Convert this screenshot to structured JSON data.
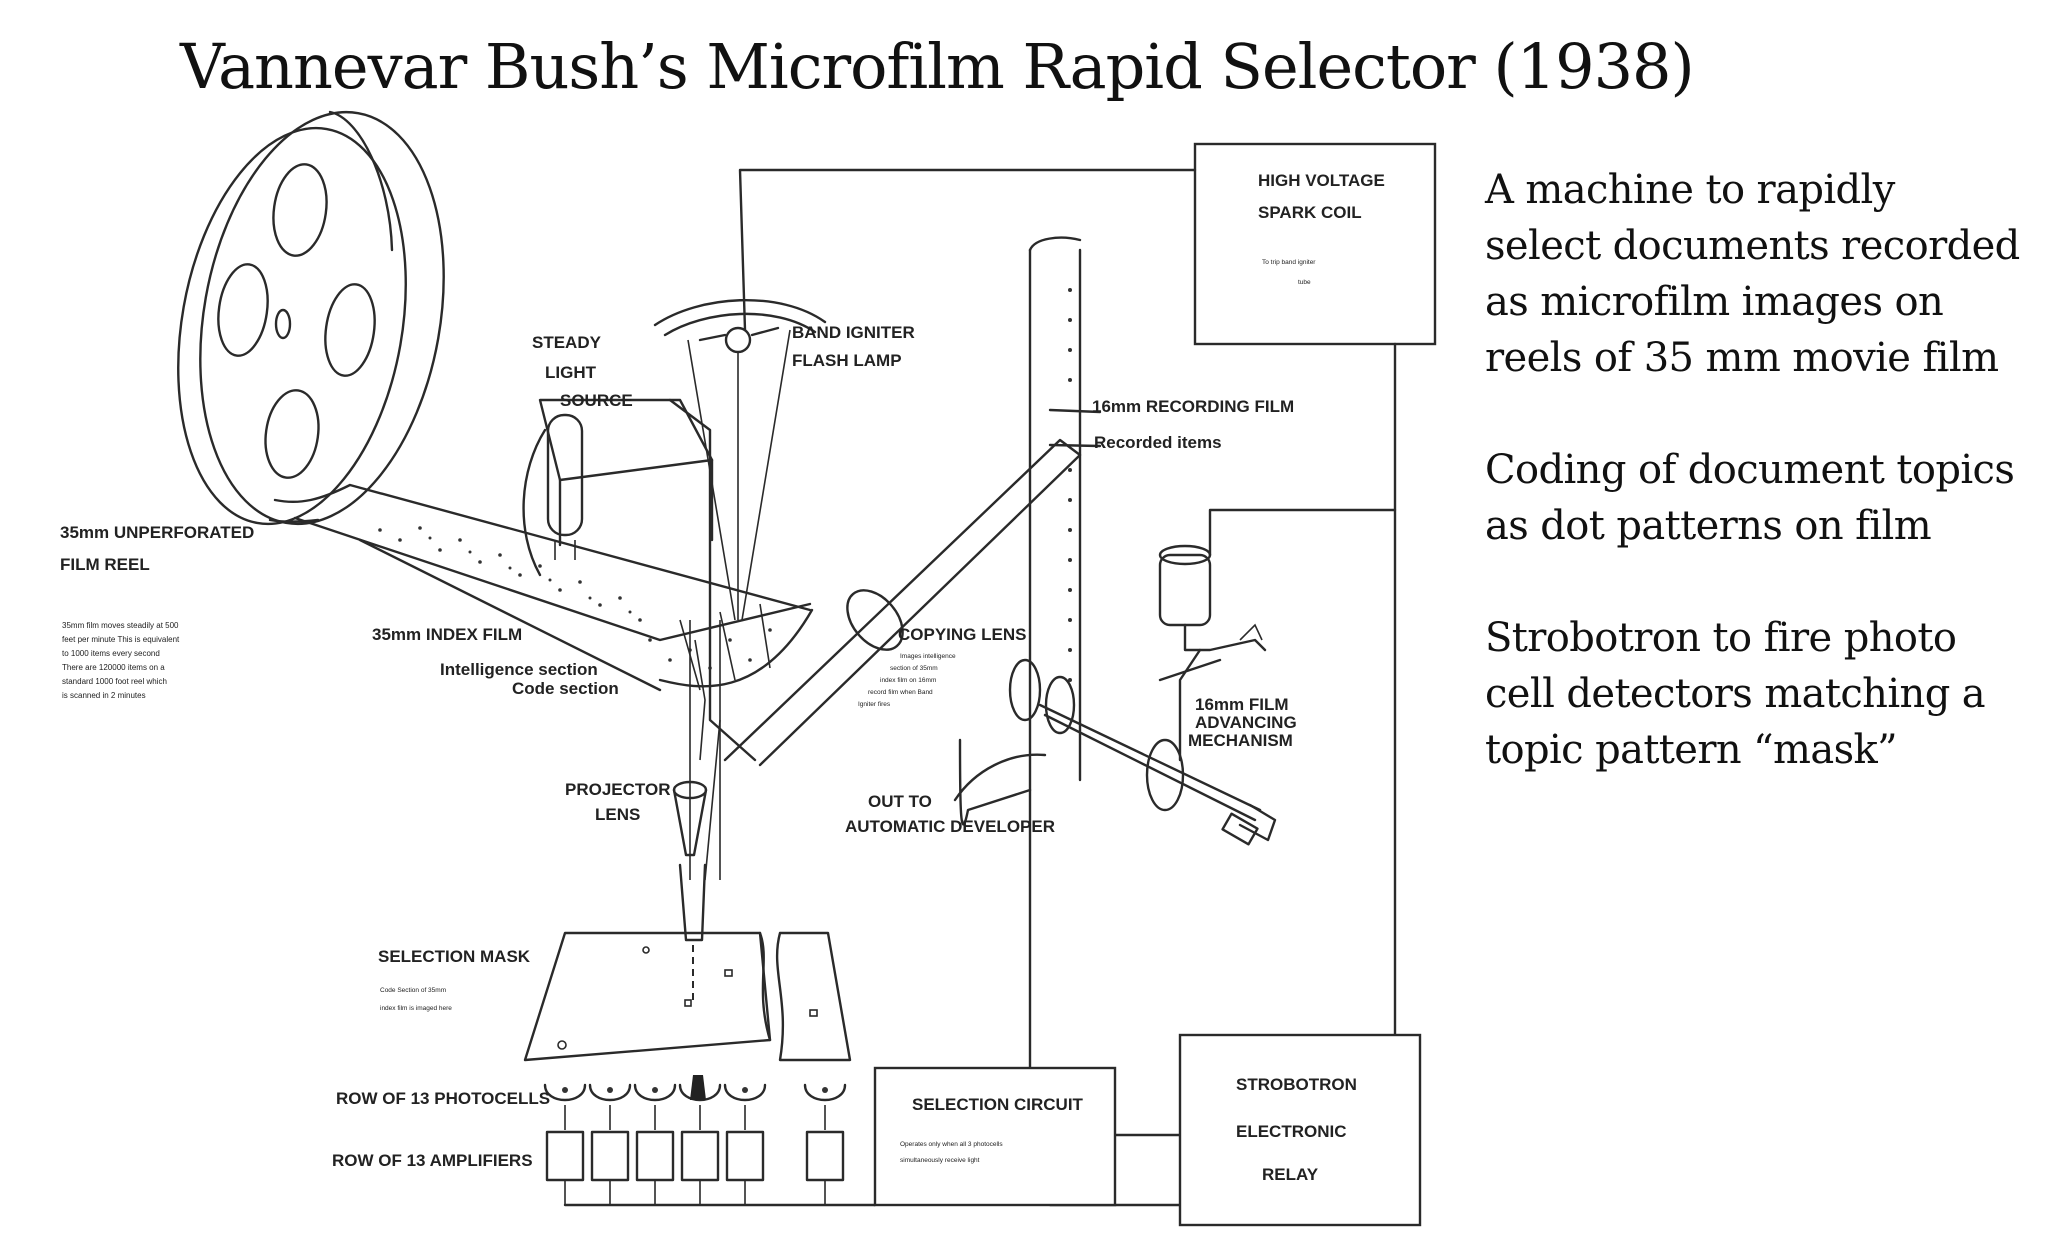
{
  "slide": {
    "title": "Vannevar Bush’s Microfilm Rapid Selector (1938)",
    "points": [
      "A machine to rapidly\nselect documents recorded\nas microfilm images on\nreels of 35 mm movie film",
      "Coding of document topics\nas dot patterns on film",
      "Strobotron to fire photo\ncell detectors matching a\ntopic pattern “mask”"
    ]
  },
  "diagram": {
    "labels": {
      "film_reel": [
        "35mm UNPERFORATED",
        "FILM REEL"
      ],
      "reel_note": [
        "35mm film moves steadily at 500",
        "feet per minute This is equivalent",
        "to 1000 items every second",
        "There are 120000 items on a",
        "standard 1000 foot reel which",
        "is scanned in 2 minutes"
      ],
      "steady_light": [
        "STEADY",
        "LIGHT",
        "SOURCE"
      ],
      "band_igniter": [
        "BAND IGNITER",
        "FLASH LAMP"
      ],
      "high_voltage": [
        "HIGH  VOLTAGE",
        "SPARK  COIL"
      ],
      "high_voltage_note": [
        "To trip band igniter",
        "tube"
      ],
      "recording_film": "16mm RECORDING FILM",
      "recorded_items": "Recorded items",
      "index_film": "35mm INDEX FILM",
      "intelligence_section": "Intelligence  section",
      "code_section": "Code  section",
      "copying_lens": "COPYING LENS",
      "copying_note": [
        "Images intelligence",
        "section of 35mm",
        "index film on 16mm",
        "record film when Band",
        "Igniter fires"
      ],
      "film_advancing": [
        "16mm FILM",
        "ADVANCING",
        "MECHANISM"
      ],
      "projector_lens": [
        "PROJECTOR",
        "LENS"
      ],
      "out_to": [
        "OUT  TO",
        "AUTOMATIC  DEVELOPER"
      ],
      "selection_mask": "SELECTION  MASK",
      "mask_note": [
        "Code Section of 35mm",
        "index film is imaged here"
      ],
      "photocells": "ROW  OF 13 PHOTOCELLS",
      "amplifiers": "ROW  OF 13  AMPLIFIERS",
      "selection_circuit": "SELECTION  CIRCUIT",
      "selection_note": [
        "Operates only when all 3 photocells",
        "simultaneously receive light"
      ],
      "strobotron": [
        "STROBOTRON",
        "ELECTRONIC",
        "RELAY"
      ]
    }
  }
}
